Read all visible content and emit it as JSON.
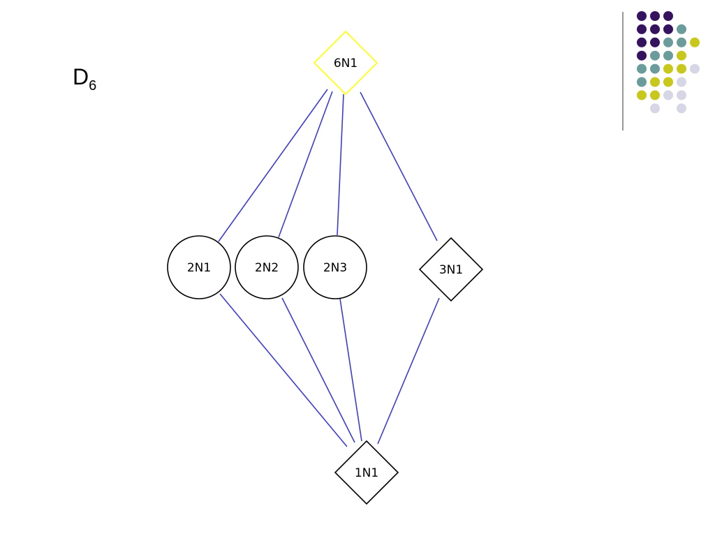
{
  "slide": {
    "title": "D",
    "title_subscript": "6"
  },
  "colors": {
    "edge": "#3b3bd6",
    "node_stroke": "#000000",
    "highlight_stroke": "#ffff00",
    "dot_purple": "#36135f",
    "dot_teal": "#6a9c9c",
    "dot_olive": "#c8c81c",
    "dot_lavender": "#d6d6e6",
    "divider": "#555555"
  },
  "diagram": {
    "nodes": [
      {
        "id": "6N1",
        "label": "6N1",
        "shape": "diamond",
        "highlighted": true
      },
      {
        "id": "2N1",
        "label": "2N1",
        "shape": "circle",
        "highlighted": false
      },
      {
        "id": "2N2",
        "label": "2N2",
        "shape": "circle",
        "highlighted": false
      },
      {
        "id": "2N3",
        "label": "2N3",
        "shape": "circle",
        "highlighted": false
      },
      {
        "id": "3N1",
        "label": "3N1",
        "shape": "diamond",
        "highlighted": false
      },
      {
        "id": "1N1",
        "label": "1N1",
        "shape": "diamond",
        "highlighted": false
      }
    ],
    "edges": [
      {
        "from": "6N1",
        "to": "2N1"
      },
      {
        "from": "6N1",
        "to": "2N2"
      },
      {
        "from": "6N1",
        "to": "2N3"
      },
      {
        "from": "6N1",
        "to": "3N1"
      },
      {
        "from": "2N1",
        "to": "1N1"
      },
      {
        "from": "2N2",
        "to": "1N1"
      },
      {
        "from": "2N3",
        "to": "1N1"
      },
      {
        "from": "3N1",
        "to": "1N1"
      }
    ]
  },
  "decoration": {
    "dot_grid": [
      [
        "purple",
        "purple",
        "purple",
        null,
        null
      ],
      [
        "purple",
        "purple",
        "purple",
        "teal",
        null
      ],
      [
        "purple",
        "purple",
        "teal",
        "teal",
        "olive"
      ],
      [
        "purple",
        "teal",
        "teal",
        "olive",
        null
      ],
      [
        "teal",
        "teal",
        "olive",
        "olive",
        "lavender"
      ],
      [
        "teal",
        "olive",
        "olive",
        "lavender",
        null
      ],
      [
        "olive",
        "olive",
        "lavender",
        "lavender",
        null
      ],
      [
        null,
        "lavender",
        null,
        "lavender",
        null
      ]
    ]
  }
}
